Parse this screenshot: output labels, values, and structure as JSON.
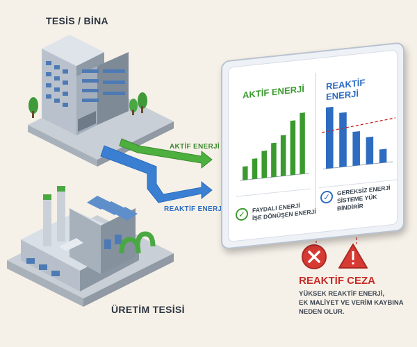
{
  "labels": {
    "building": "TESİS / BİNA",
    "plant": "ÜRETİM TESİSİ",
    "active_arrow": "AKTİF ENERJİ",
    "reactive_arrow": "REAKTİF ENERJİ"
  },
  "panel": {
    "active": {
      "title": "AKTİF ENERJİ",
      "caption_1": "FAYDALI ENERJİ",
      "caption_2": "İŞE DÖNÜŞEN ENERJİ",
      "icon": "check-icon"
    },
    "reactive": {
      "title": "REAKTİF ENERJİ",
      "caption_1": "GEREKSİZ ENERJİ",
      "caption_2": "SİSTEME YÜK BİNDİRİR",
      "icon": "check-icon"
    }
  },
  "penalty": {
    "title": "REAKTİF CEZA",
    "line_1": "YÜKSEK REAKTİF ENERJİ,",
    "line_2": "EK MALİYET VE VERİM KAYBINA",
    "line_3": "NEDEN OLUR.",
    "icons": [
      "cross-icon",
      "warning-icon"
    ]
  },
  "colors": {
    "active": "#3a9a2e",
    "reactive": "#2d6cc0",
    "penalty": "#c62b26"
  },
  "chart_data": [
    {
      "type": "bar",
      "title": "AKTİF ENERJİ",
      "values": [
        2,
        3,
        4,
        5,
        6,
        8,
        9
      ],
      "trend": "increasing"
    },
    {
      "type": "bar",
      "title": "REAKTİF ENERJİ",
      "values": [
        9,
        8,
        5,
        4,
        2
      ],
      "threshold": 6
    }
  ]
}
